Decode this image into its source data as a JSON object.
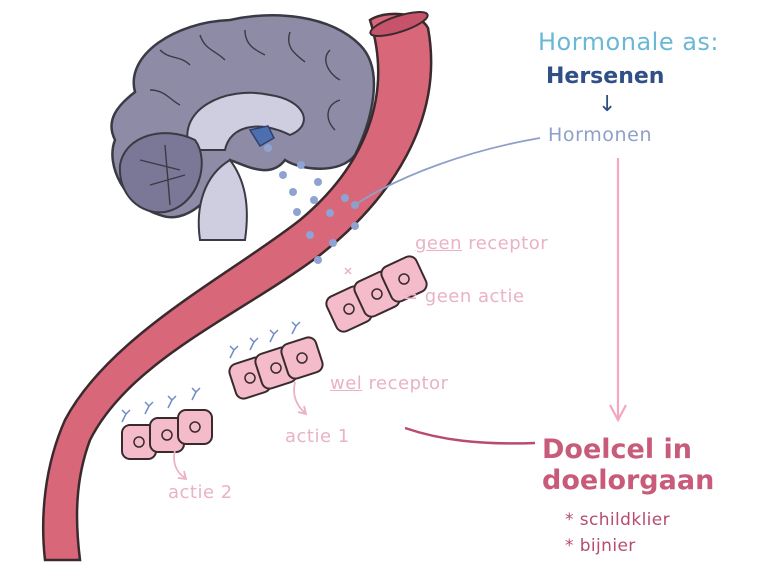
{
  "title": "Hormonale as:",
  "arrow_chain": {
    "source": "Hersenen",
    "arrow": "↓",
    "messenger": "Hormonen"
  },
  "receptor_cases": [
    {
      "underlined": "geen",
      "rest": " receptor",
      "effect": "= geen actie"
    },
    {
      "underlined": "wel",
      "rest": " receptor"
    }
  ],
  "actions": [
    "actie 1",
    "actie 2"
  ],
  "target": {
    "line1": "Doelcel in",
    "line2": "doelorgaan"
  },
  "examples": [
    "* schildklier",
    "* bijnier"
  ],
  "colors": {
    "title": "#6bb8d4",
    "source": "#2f4f86",
    "messenger": "#8fa0c8",
    "vessel": "#d9677a",
    "vessel_outline": "#3a2a2e",
    "receptor_text": "#eab2c3",
    "target": "#c85a7a",
    "brain": "#8d8ba6",
    "cell": "#f4bccb"
  }
}
